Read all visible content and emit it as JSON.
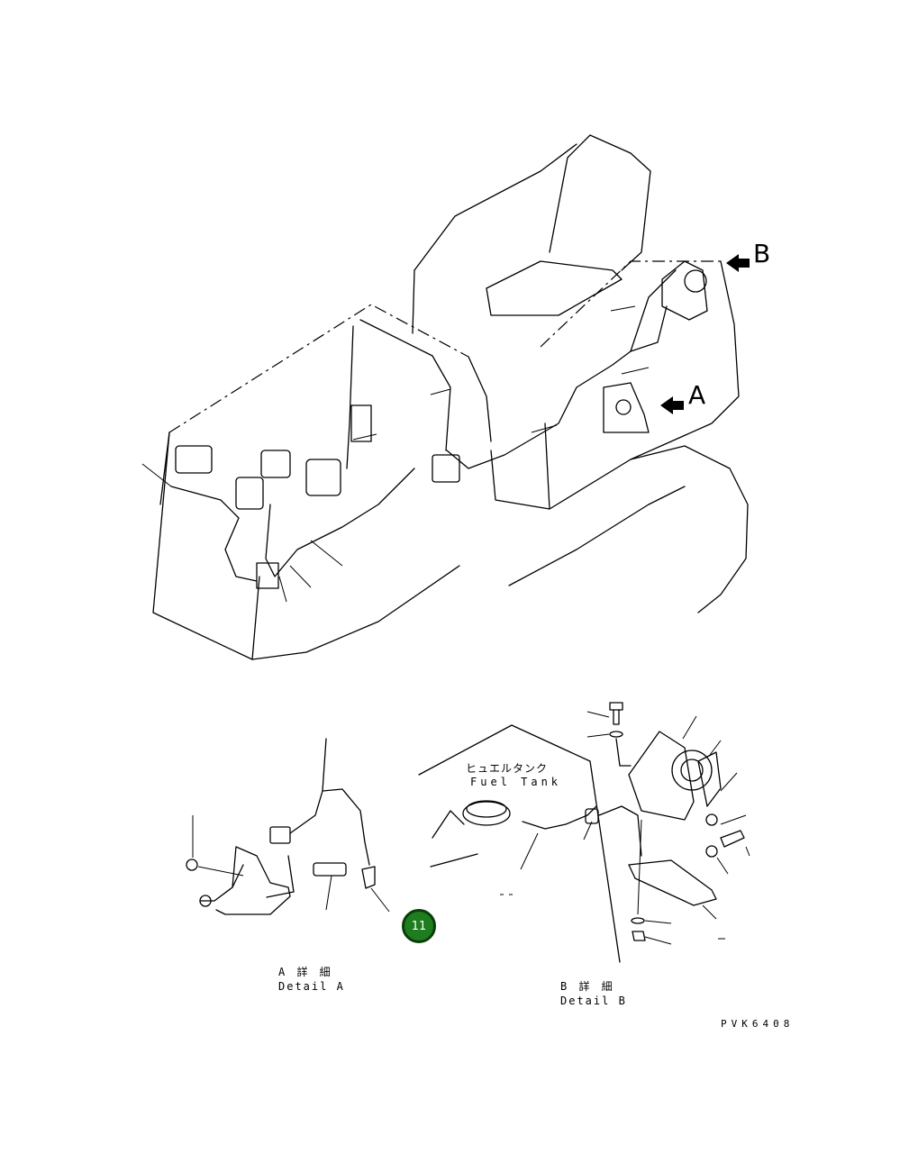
{
  "views": {
    "view_a_letter": "A",
    "view_b_letter": "B"
  },
  "labels": {
    "fuel_tank_jp": "ヒュエルタンク",
    "fuel_tank_en": "Fuel Tank",
    "detail_a_jp": "A 詳 細",
    "detail_a_en": "Detail A",
    "detail_b_jp": "B 詳 細",
    "detail_b_en": "Detail B",
    "drawing_code": "PVK6408"
  },
  "callout": {
    "number": "11",
    "color": "#1e7d1e"
  },
  "colors": {
    "line": "#000000",
    "background": "#ffffff"
  }
}
